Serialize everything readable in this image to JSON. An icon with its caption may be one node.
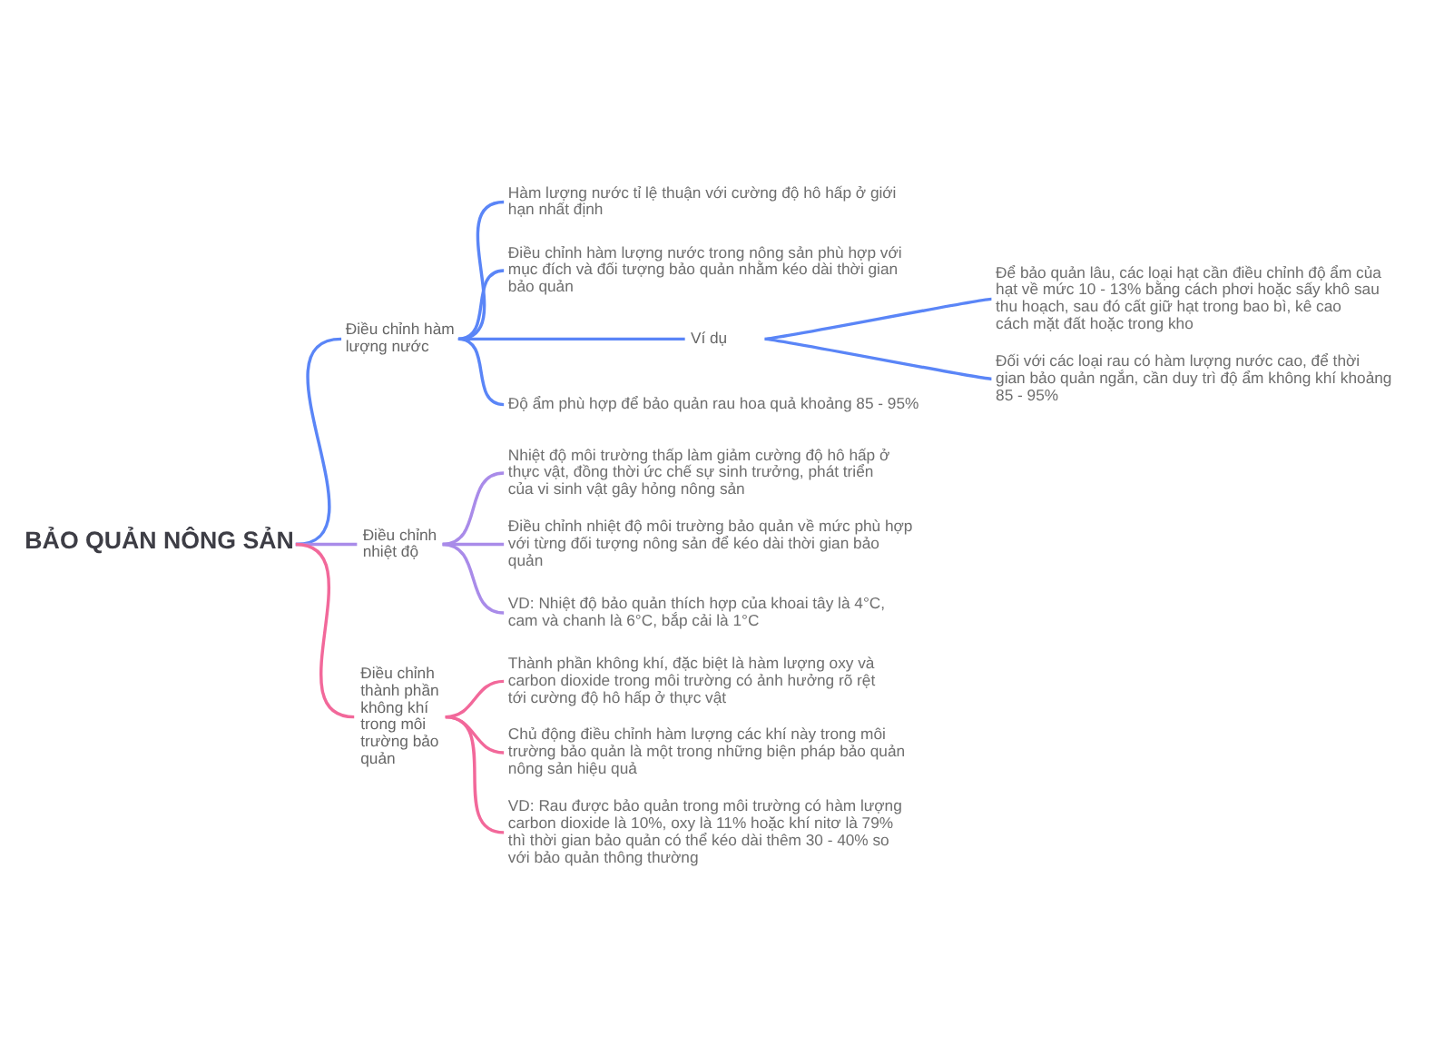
{
  "diagram": {
    "nodes": [
      {
        "text": [
          "BẢO QUẢN NÔNG SẢN"
        ]
      },
      {
        "text": [
          "Điều chỉnh hàm lượng nước"
        ]
      },
      {
        "text": [
          "Hàm lượng nước tỉ lệ thuận với cường độ hô hấp ở giới hạn nhất định"
        ]
      },
      {
        "text": [
          "Điều chỉnh hàm lượng nước trong nông sản phù hợp với mục đích và đối tượng bảo quản nhằm kéo dài thời gian bảo quản"
        ]
      },
      {
        "text": [
          "Ví dụ"
        ]
      },
      {
        "text": [
          "Để bảo quản lâu, các loại hạt cần điều chỉnh độ ẩm của hạt về mức 10 - 13% bằng cách phơi hoặc sấy khô sau thu hoạch, sau đó cất giữ hạt trong bao bì, kê cao cách mặt đất hoặc trong kho"
        ]
      },
      {
        "text": [
          "Đối với các loại rau có hàm lượng nước cao, để thời gian bảo quản ngắn, cần duy trì độ ẩm không khí khoảng 85 - 95%"
        ]
      },
      {
        "text": [
          "Độ ẩm phù hợp để bảo quản rau hoa quả khoảng 85 - 95%"
        ]
      },
      {
        "text": [
          "Điều chỉnh nhiệt độ"
        ]
      },
      {
        "text": [
          "Nhiệt độ môi trường thấp làm giảm cường độ hô hấp ở thực vật, đồng thời ức chế sự sinh trưởng, phát triển của vi sinh vật gây hỏng nông sản"
        ]
      },
      {
        "text": [
          "Điều chỉnh nhiệt độ môi trường bảo quản về mức phù hợp với từng đối tượng nông sản để kéo dài thời gian bảo quản"
        ]
      },
      {
        "text": [
          "VD: Nhiệt độ bảo quản thích hợp của khoai tây là 4°C, cam và chanh là 6°C, bắp cải là 1°C"
        ]
      },
      {
        "text": [
          "Điều chỉnh thành phần không khí trong môi trường bảo quản"
        ]
      },
      {
        "text": [
          "Thành phần không khí, đặc biệt là hàm lượng oxy và carbon dioxide trong môi trường có ảnh hưởng rõ rệt tới cường độ hô hấp ở thực vật"
        ]
      },
      {
        "text": [
          "Chủ động điều chỉnh hàm lượng các khí này trong môi trường bảo quản là một trong những biện pháp bảo quản nông sản hiệu quả"
        ]
      },
      {
        "text": [
          "VD: Rau được bảo quản trong môi trường có hàm lượng carbon dioxide là 10%, oxy là 11% hoặc khí nitơ là 79% thì thời gian bảo quản có thể kéo dài thêm 30 - 40% so với bảo quản thông thường"
        ]
      }
    ],
    "edges": [
      {
        "from": 0,
        "to": 1,
        "arrow": "none"
      },
      {
        "from": 1,
        "to": 2,
        "arrow": "none"
      },
      {
        "from": 1,
        "to": 3,
        "arrow": "none"
      },
      {
        "from": 1,
        "to": 4,
        "arrow": "none"
      },
      {
        "from": 4,
        "to": 5,
        "arrow": "none"
      },
      {
        "from": 4,
        "to": 6,
        "arrow": "none"
      },
      {
        "from": 1,
        "to": 7,
        "arrow": "none"
      },
      {
        "from": 0,
        "to": 8,
        "arrow": "none",
        "color": "#a98be9"
      },
      {
        "from": 8,
        "to": 9,
        "arrow": "none",
        "color": "#a98be9"
      },
      {
        "from": 8,
        "to": 10,
        "arrow": "none",
        "color": "#a98be9"
      },
      {
        "from": 8,
        "to": 11,
        "arrow": "none",
        "color": "#a98be9"
      },
      {
        "from": 0,
        "to": 12,
        "arrow": "none",
        "color": "#f2689a"
      },
      {
        "from": 12,
        "to": 13,
        "arrow": "none",
        "color": "#f2689a"
      },
      {
        "from": 12,
        "to": 14,
        "arrow": "none",
        "color": "#f2689a"
      },
      {
        "from": 12,
        "to": 15,
        "arrow": "none",
        "color": "#f2689a"
      }
    ]
  }
}
